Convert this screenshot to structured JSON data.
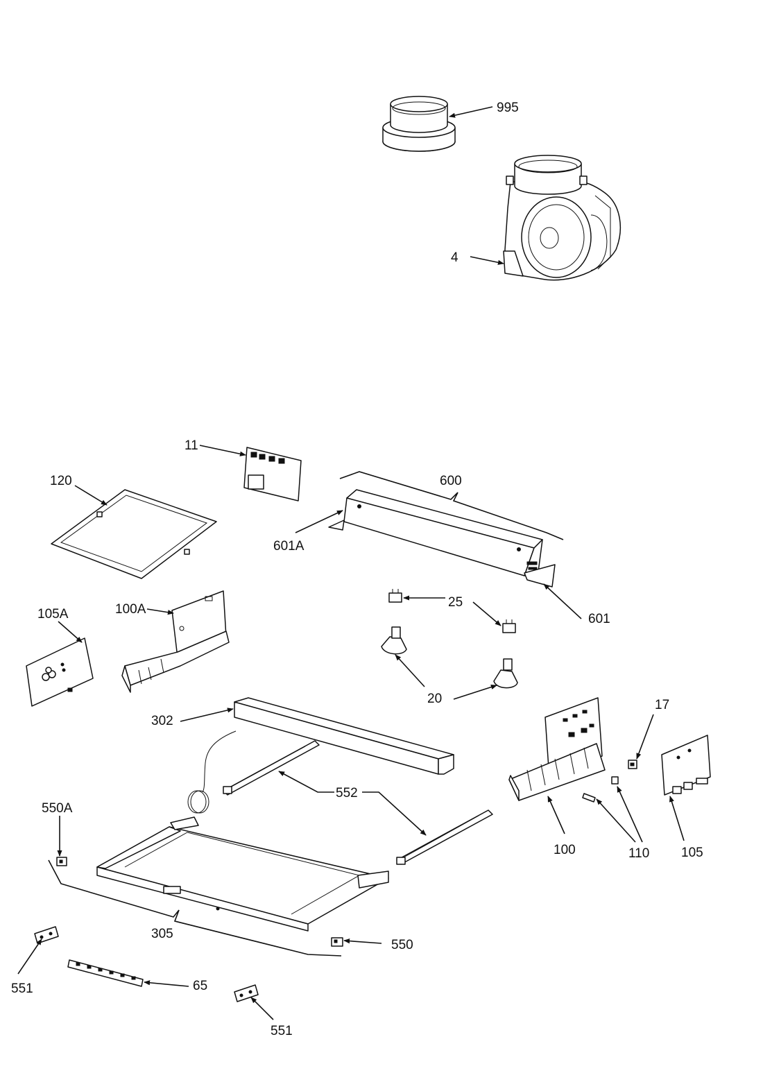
{
  "parts": {
    "p995": "995",
    "p4": "4",
    "p11": "11",
    "p120": "120",
    "p600": "600",
    "p601A": "601A",
    "p601": "601",
    "p25": "25",
    "p105A": "105A",
    "p100A": "100A",
    "p20": "20",
    "p302": "302",
    "p17": "17",
    "p552": "552",
    "p550A": "550A",
    "p100": "100",
    "p110": "110",
    "p105": "105",
    "p305": "305",
    "p550": "550",
    "p551a": "551",
    "p65": "65",
    "p551b": "551"
  },
  "colors": {
    "line": "#111111",
    "background": "#ffffff"
  }
}
